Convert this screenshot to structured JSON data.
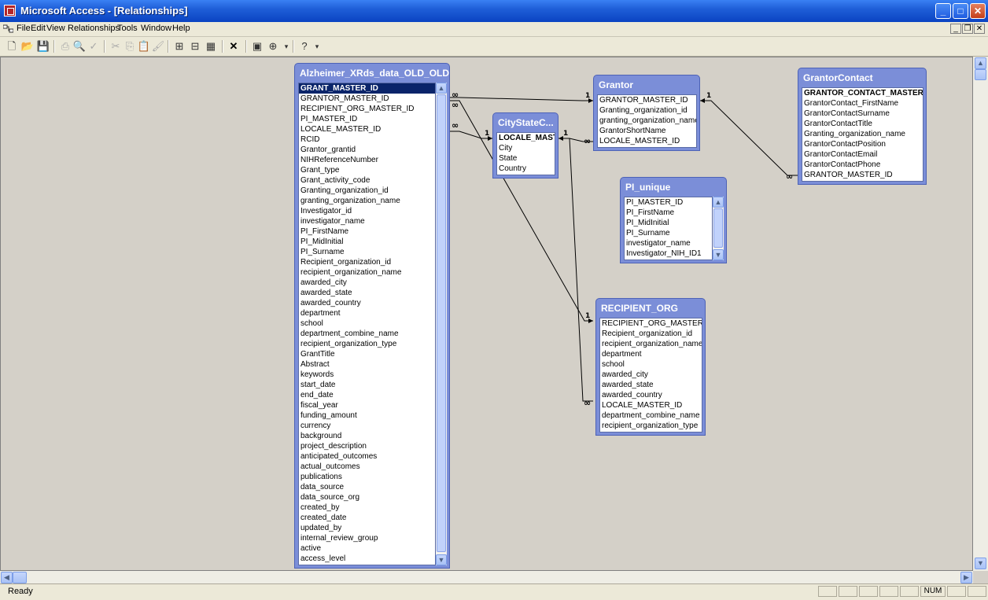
{
  "window": {
    "title": "Microsoft Access - [Relationships]",
    "min": "_",
    "max": "□",
    "close": "✕"
  },
  "menu": {
    "items": [
      "File",
      "Edit",
      "View",
      "Relationships",
      "Tools",
      "Window",
      "Help"
    ],
    "mdi_min": "_",
    "mdi_restore": "❐",
    "mdi_close": "✕"
  },
  "status": {
    "text": "Ready",
    "num": "NUM"
  },
  "relation": {
    "one": "1",
    "many": "∞"
  },
  "tables": {
    "alz": {
      "title": "Alzheimer_XRds_data_OLD_OLD",
      "fields": [
        "GRANT_MASTER_ID",
        "GRANTOR_MASTER_ID",
        "RECIPIENT_ORG_MASTER_ID",
        "PI_MASTER_ID",
        "LOCALE_MASTER_ID",
        "RCID",
        "Grantor_grantid",
        "NIHReferenceNumber",
        "Grant_type",
        "Grant_activity_code",
        "Granting_organization_id",
        "granting_organization_name",
        "Investigator_id",
        "investigator_name",
        "PI_FirstName",
        "PI_MidInitial",
        "PI_Surname",
        "Recipient_organization_id",
        "recipient_organization_name",
        "awarded_city",
        "awarded_state",
        "awarded_country",
        "department",
        "school",
        "department_combine_name",
        "recipient_organization_type",
        "GrantTitle",
        "Abstract",
        "keywords",
        "start_date",
        "end_date",
        "fiscal_year",
        "funding_amount",
        "currency",
        "background",
        "project_description",
        "anticipated_outcomes",
        "actual_outcomes",
        "publications",
        "data_source",
        "data_source_org",
        "created_by",
        "created_date",
        "updated_by",
        "internal_review_group",
        "active",
        "access_level"
      ]
    },
    "city": {
      "title": "CityStateC...",
      "fields": [
        "LOCALE_MASTER",
        "City",
        "State",
        "Country"
      ]
    },
    "grantor": {
      "title": "Grantor",
      "fields": [
        "GRANTOR_MASTER_ID",
        "Granting_organization_id",
        "granting_organization_name",
        "GrantorShortName",
        "LOCALE_MASTER_ID"
      ]
    },
    "contact": {
      "title": "GrantorContact",
      "fields": [
        "GRANTOR_CONTACT_MASTER_ID",
        "GrantorContact_FirstName",
        "GrantorContactSurname",
        "GrantorContactTitle",
        "Granting_organization_name",
        "GrantorContactPosition",
        "GrantorContactEmail",
        "GrantorContactPhone",
        "GRANTOR_MASTER_ID"
      ]
    },
    "pi": {
      "title": "PI_unique",
      "fields": [
        "PI_MASTER_ID",
        "PI_FirstName",
        "PI_MidInitial",
        "PI_Surname",
        "investigator_name",
        "Investigator_NIH_ID1"
      ]
    },
    "recip": {
      "title": "RECIPIENT_ORG",
      "fields": [
        "RECIPIENT_ORG_MASTER_ID",
        "Recipient_organization_id",
        "recipient_organization_name",
        "department",
        "school",
        "awarded_city",
        "awarded_state",
        "awarded_country",
        "LOCALE_MASTER_ID",
        "department_combine_name",
        "recipient_organization_type"
      ]
    }
  }
}
